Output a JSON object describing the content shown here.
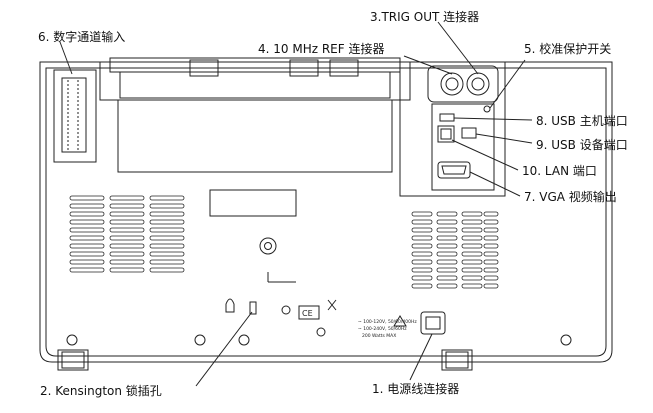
{
  "callouts": {
    "c1": "1. 电源线连接器",
    "c2": "2. Kensington 锁插孔",
    "c3": "3.TRIG OUT 连接器",
    "c4": "4. 10 MHz REF 连接器",
    "c5": "5. 校准保护开关",
    "c6": "6. 数字通道输入",
    "c7": "7. VGA 视频输出",
    "c8": "8. USB 主机端口",
    "c9": "9. USB 设备端口",
    "c10": "10. LAN 端口"
  },
  "panel_marks": {
    "power_spec_1": "~ 100-120V, 50/60/400Hz",
    "power_spec_2": "~ 100-240V, 50/60Hz",
    "power_spec_3": "200 Watts MAX",
    "ce_mark": "CE"
  },
  "colors": {
    "line": "#222222",
    "panel_fill": "#ffffff",
    "text": "#111111"
  },
  "icons": [
    "warning-triangle-icon",
    "weee-bin-icon",
    "ce-mark-icon",
    "ground-symbol-icon",
    "usb-icon",
    "lan-icon"
  ]
}
